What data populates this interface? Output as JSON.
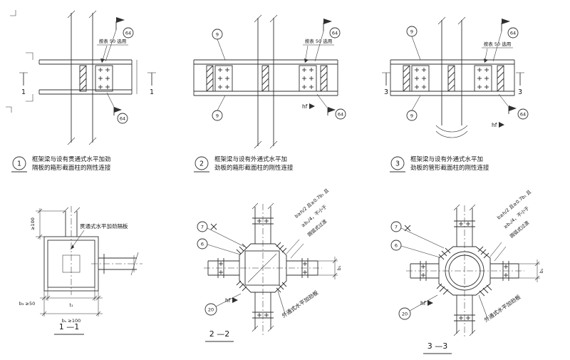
{
  "details": {
    "d1": {
      "num": "1",
      "caption1": "框架梁与设有贯通式水平加劲",
      "caption2": "隔板的箱形截面柱的刚性连接",
      "table_note": "按表 50 选用",
      "weld_top": "64",
      "weld_bottom": "64",
      "sec": "1"
    },
    "d2": {
      "num": "2",
      "caption1": "框架梁与设有外通式水平加",
      "caption2": "劲板的箱形截面柱的刚性连接",
      "table_note": "按表 50 选用",
      "weld_top": "64",
      "weld_bottom": "64",
      "ref_top": "9",
      "ref_bottom": "9",
      "hf": "hf"
    },
    "d3": {
      "num": "3",
      "caption1": "框架梁与设有外通式水平加",
      "caption2": "劲板的管形截面柱的刚性连接",
      "table_note": "按表 50 选用",
      "weld_top": "64",
      "weld_bottom": "64",
      "ref_top": "9",
      "ref_bottom": "9",
      "sec": "3",
      "hf": "hf"
    }
  },
  "sections": {
    "s11": {
      "title": "1 —1",
      "plate_label": "贯通式水平加劲隔板",
      "dim_top": "≥100",
      "dim_b3": "b₃ ≥50",
      "dim_t1": "t₁",
      "dim_bs": "bₛ ≥100"
    },
    "s22": {
      "title": "2 —2",
      "plate_label": "外通式水平加劲板",
      "note1": "b≥h/2 且≥0.7b₁ 且",
      "note2": "≥bₛ/4，不小于",
      "note3": "圆弧式过渡",
      "ref_a": "7",
      "ref_b": "6",
      "ref_c": "20",
      "dim_b1": "b₁",
      "hf": "hf"
    },
    "s33": {
      "title": "3 —3",
      "plate_label": "外通式水平加劲板",
      "note1": "b≥h/2 且≥0.7b₁ 且",
      "note2": "≥bₛ/4，不小于",
      "note3": "圆弧式过渡",
      "ref_a": "7",
      "ref_b": "6",
      "ref_c": "20",
      "dim_b1": "b₁",
      "hf": "hf"
    }
  }
}
